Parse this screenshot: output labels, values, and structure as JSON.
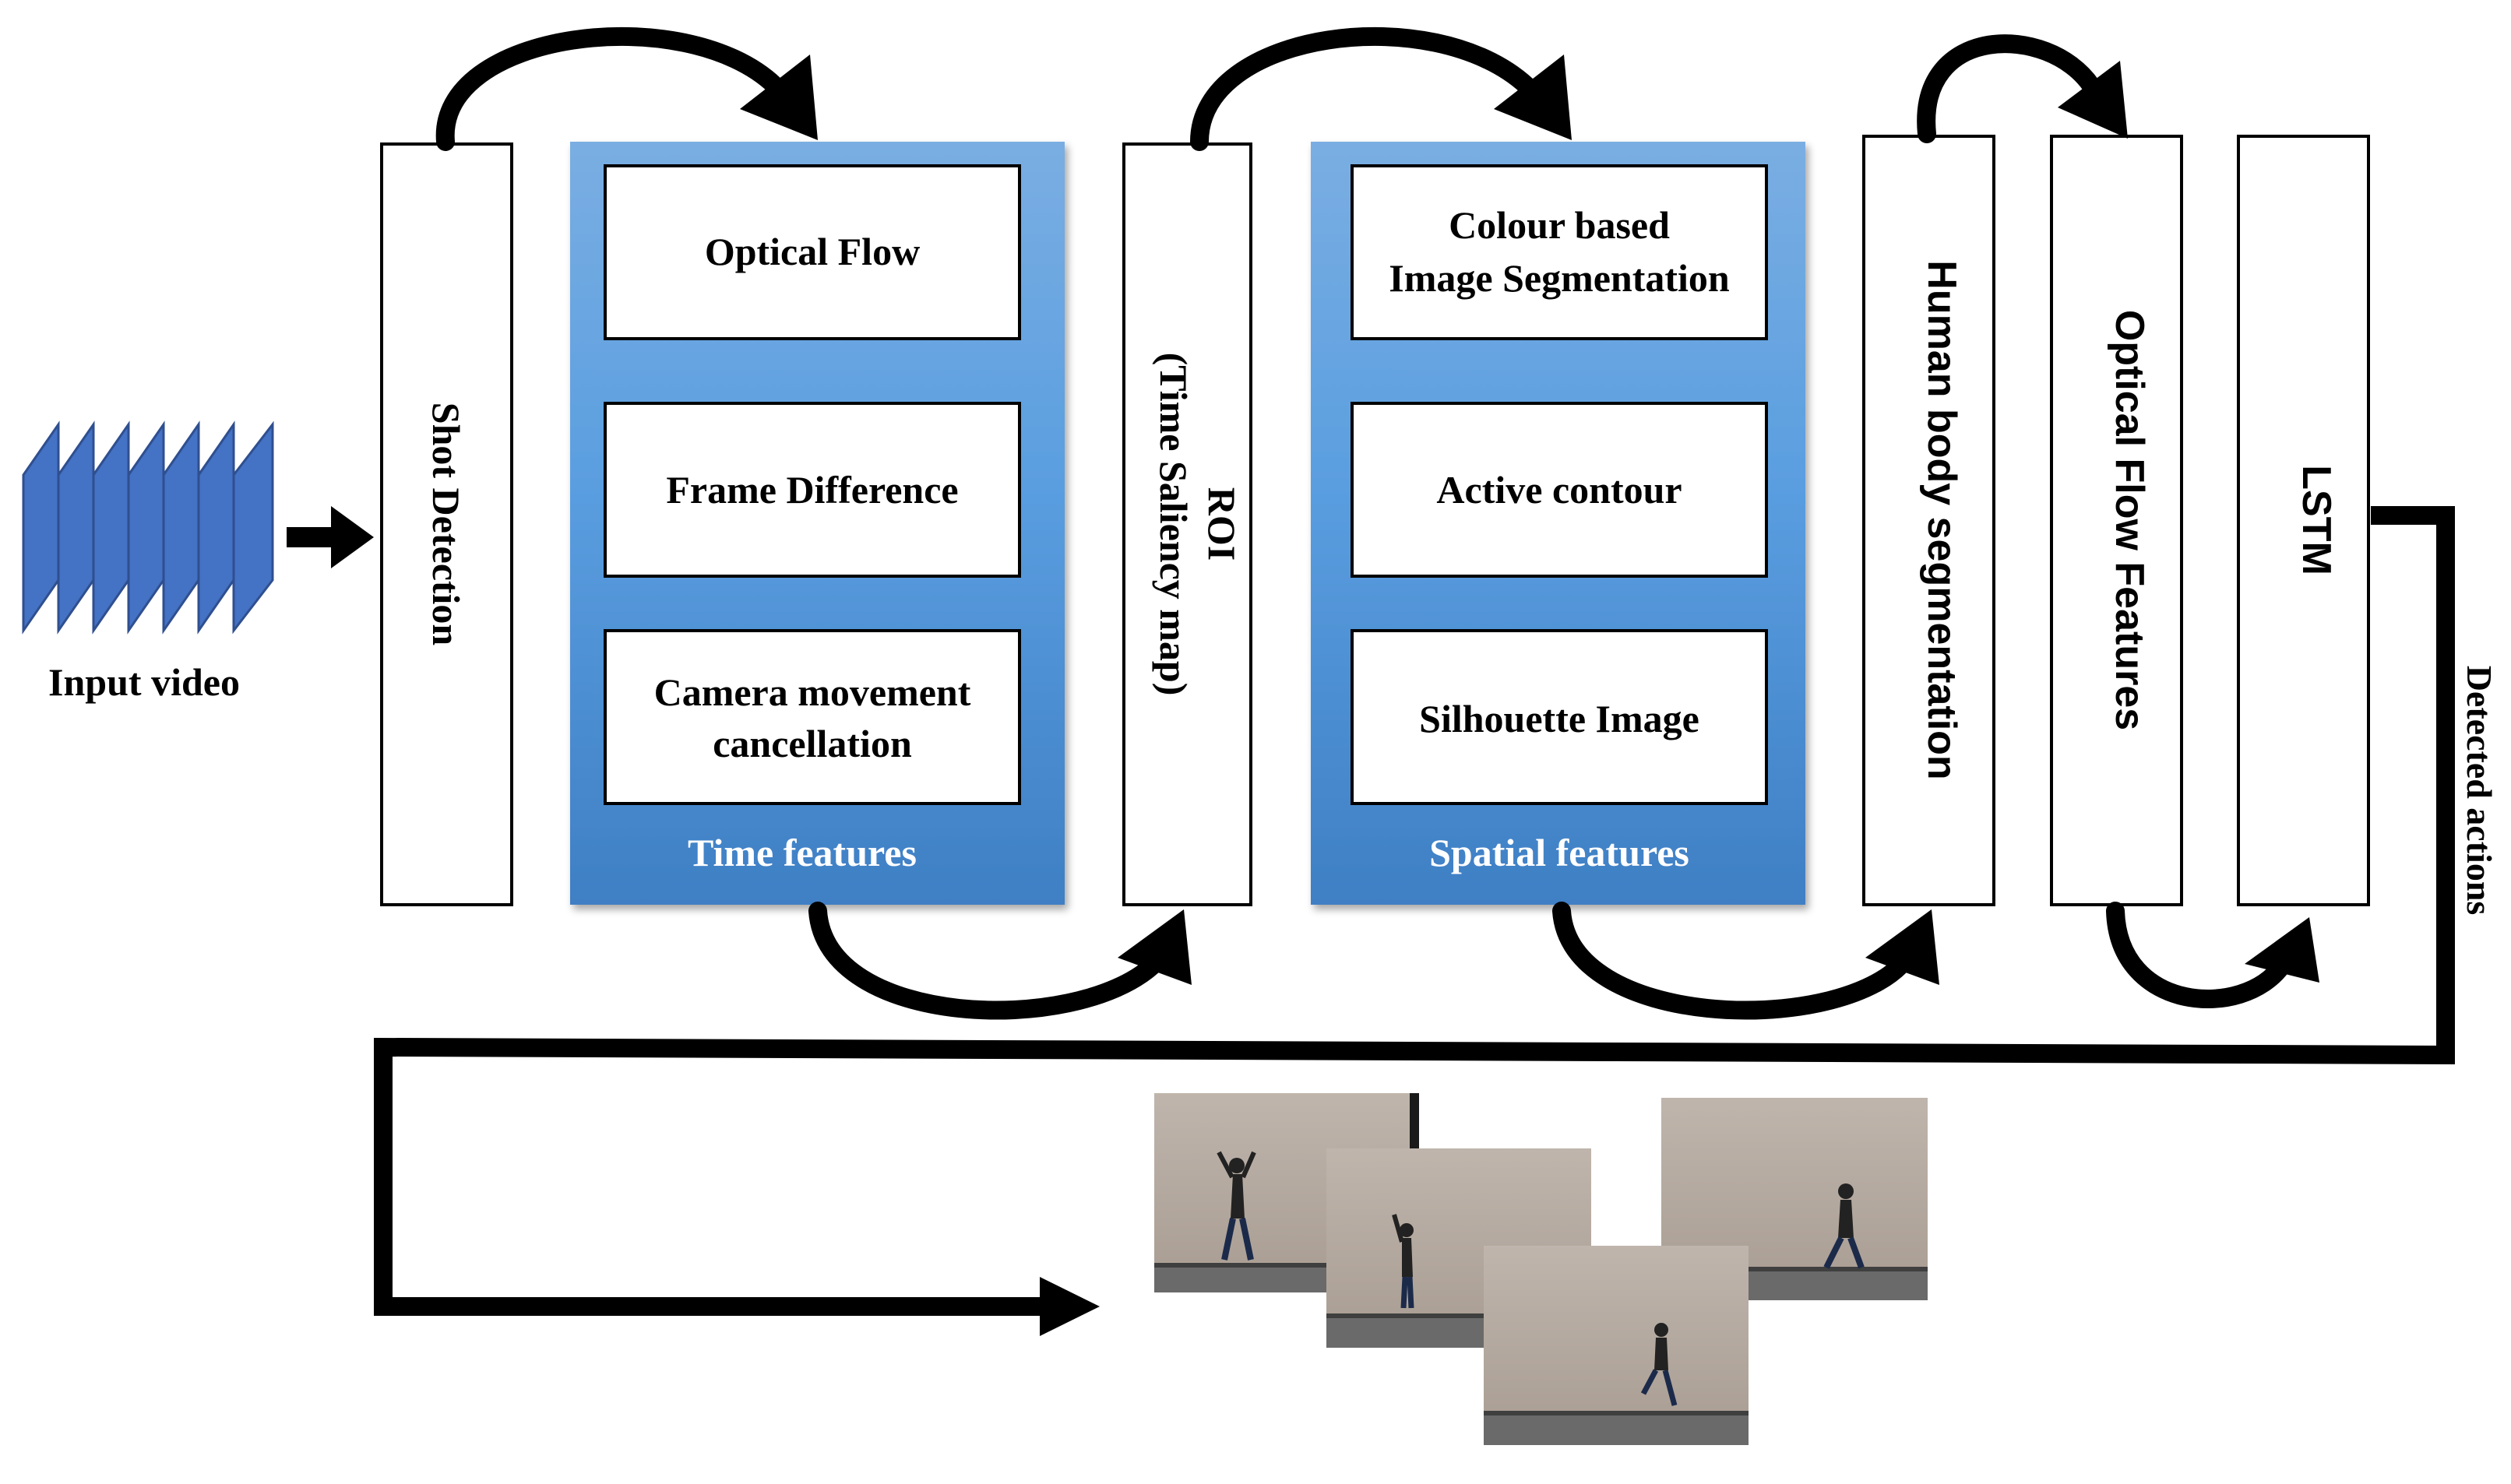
{
  "input": {
    "label": "Input video"
  },
  "stages": {
    "shot_detection": "Shot Detection",
    "roi_line1": "ROI",
    "roi_line2": "(Time Saliency map)",
    "human_body_segmentation": "Human body segmentation",
    "optical_flow_features": "Optical Flow Features",
    "lstm": "LSTM"
  },
  "time_features": {
    "title": "Time features",
    "items": [
      {
        "lines": [
          "Optical Flow"
        ]
      },
      {
        "lines": [
          "Frame Difference"
        ]
      },
      {
        "lines": [
          "Camera movement",
          "cancellation"
        ]
      }
    ]
  },
  "spatial_features": {
    "title": "Spatial features",
    "items": [
      {
        "lines": [
          "Colour based",
          "Image Segmentation"
        ]
      },
      {
        "lines": [
          "Active contour"
        ]
      },
      {
        "lines": [
          "Silhouette Image"
        ]
      }
    ]
  },
  "output": {
    "label": "Detected actions"
  },
  "colors": {
    "panel_top": "#7aaee2",
    "panel_mid": "#5a9ee0",
    "panel_bottom": "#3f7fc4",
    "video_frames": "#4472c4",
    "arrows": "#000000"
  }
}
